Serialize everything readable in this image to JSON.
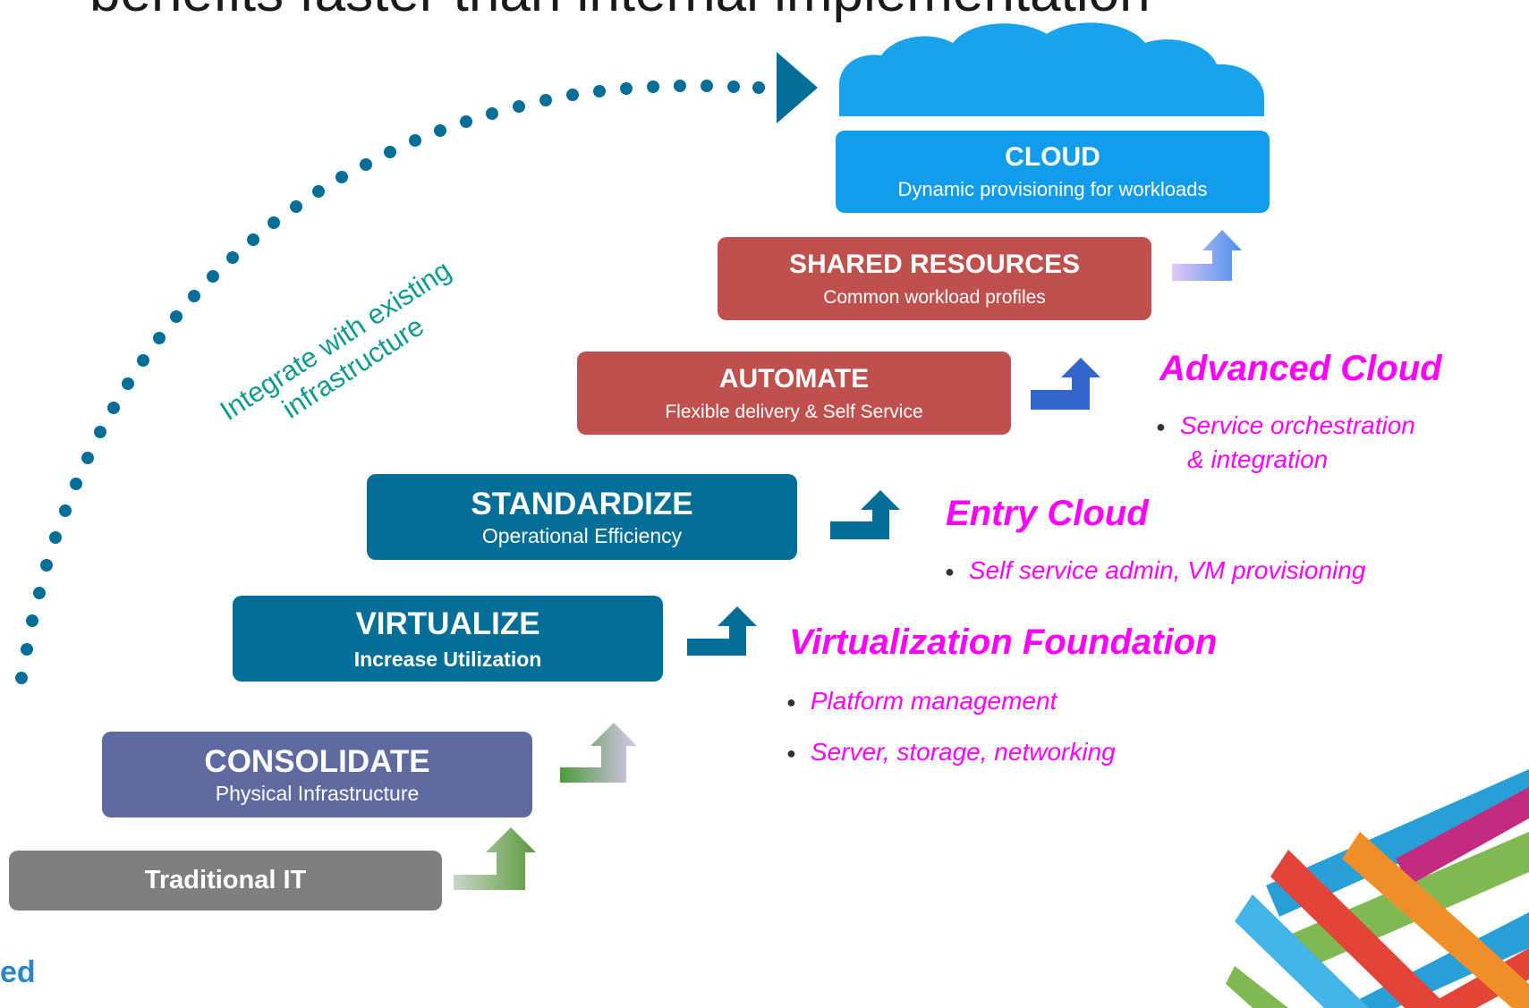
{
  "title": "benefits faster than internal implementation",
  "side_label": [
    "Integrate with existing",
    "infrastructure"
  ],
  "stages": {
    "cloud": {
      "heading": "CLOUD",
      "sub": "Dynamic provisioning for workloads"
    },
    "shared": {
      "heading": "SHARED RESOURCES",
      "sub": "Common workload profiles"
    },
    "automate": {
      "heading": "AUTOMATE",
      "sub": "Flexible delivery & Self Service"
    },
    "standardize": {
      "heading": "STANDARDIZE",
      "sub": "Operational Efficiency"
    },
    "virtualize": {
      "heading": "VIRTUALIZE",
      "sub": "Increase Utilization"
    },
    "consolidate": {
      "heading": "CONSOLIDATE",
      "sub": "Physical Infrastructure"
    },
    "traditional": {
      "heading": "Traditional IT"
    }
  },
  "levels": {
    "advanced": {
      "title": "Advanced Cloud",
      "bullets": [
        "Service orchestration",
        "& integration"
      ]
    },
    "entry": {
      "title": "Entry Cloud",
      "bullets": [
        "Self service admin, VM provisioning"
      ]
    },
    "foundation": {
      "title": "Virtualization Foundation",
      "bullets": [
        "Platform management",
        "Server, storage, networking"
      ]
    }
  },
  "corner_text": "ed",
  "colors": {
    "cloud": "#129cec",
    "red": "#c0504d",
    "teal": "#036e97",
    "purple": "#5e6aa0",
    "gray": "#7f7f7f",
    "magenta": "#ff00ff",
    "dots": "#036e97"
  }
}
